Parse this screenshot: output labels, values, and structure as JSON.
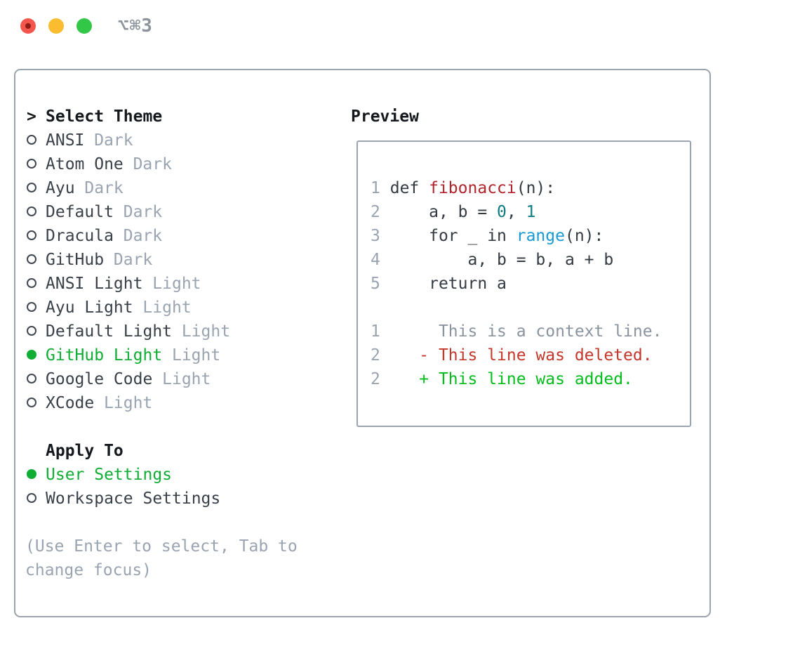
{
  "window": {
    "title": "⌥⌘3"
  },
  "theme_picker": {
    "cursor": ">",
    "header": "Select Theme",
    "items": [
      {
        "name": "ANSI",
        "variant": "Dark",
        "selected": false
      },
      {
        "name": "Atom One",
        "variant": "Dark",
        "selected": false
      },
      {
        "name": "Ayu",
        "variant": "Dark",
        "selected": false
      },
      {
        "name": "Default",
        "variant": "Dark",
        "selected": false
      },
      {
        "name": "Dracula",
        "variant": "Dark",
        "selected": false
      },
      {
        "name": "GitHub",
        "variant": "Dark",
        "selected": false
      },
      {
        "name": "ANSI Light",
        "variant": "Light",
        "selected": false
      },
      {
        "name": "Ayu Light",
        "variant": "Light",
        "selected": false
      },
      {
        "name": "Default Light",
        "variant": "Light",
        "selected": false
      },
      {
        "name": "GitHub Light",
        "variant": "Light",
        "selected": true
      },
      {
        "name": "Google Code",
        "variant": "Light",
        "selected": false
      },
      {
        "name": "XCode",
        "variant": "Light",
        "selected": false
      }
    ]
  },
  "apply_to": {
    "header": "Apply To",
    "options": [
      {
        "name": "User Settings",
        "selected": true
      },
      {
        "name": "Workspace Settings",
        "selected": false
      }
    ]
  },
  "hint": {
    "line1": "(Use Enter to select, Tab to",
    "line2": "change focus)"
  },
  "preview": {
    "header": "Preview",
    "code_lines": [
      {
        "num": "1",
        "segments": [
          {
            "text": "def ",
            "style": "code"
          },
          {
            "text": "fibonacci",
            "style": "function"
          },
          {
            "text": "(n):",
            "style": "code"
          }
        ]
      },
      {
        "num": "2",
        "segments": [
          {
            "text": "    a, b = ",
            "style": "code"
          },
          {
            "text": "0",
            "style": "number"
          },
          {
            "text": ", ",
            "style": "code"
          },
          {
            "text": "1",
            "style": "number"
          }
        ]
      },
      {
        "num": "3",
        "segments": [
          {
            "text": "    for _ in ",
            "style": "code"
          },
          {
            "text": "range",
            "style": "builtin"
          },
          {
            "text": "(n):",
            "style": "code"
          }
        ]
      },
      {
        "num": "4",
        "segments": [
          {
            "text": "        a, b = b, a + b",
            "style": "code"
          }
        ]
      },
      {
        "num": "5",
        "segments": [
          {
            "text": "    return a",
            "style": "code"
          }
        ]
      }
    ],
    "diff_lines": [
      {
        "num": "1",
        "segments": [
          {
            "text": "     This is a context line.",
            "style": "context"
          }
        ]
      },
      {
        "num": "2",
        "segments": [
          {
            "text": "   - This line was deleted.",
            "style": "deleted"
          }
        ]
      },
      {
        "num": "2",
        "segments": [
          {
            "text": "   + This line was added.",
            "style": "added"
          }
        ]
      }
    ]
  },
  "colors": {
    "accent-green": "#0fad33",
    "radio-ring": "#40474f",
    "text-dark": "#3a4048",
    "text-black": "#15181c",
    "text-muted": "#9aa4b1",
    "border": "#9ba3af",
    "code-default": "#343a42",
    "code-function": "#b1242c",
    "code-number": "#0d7d80",
    "code-builtin": "#189ad6",
    "diff-context": "#8a939e",
    "diff-deleted": "#c4372a",
    "diff-added": "#04bd1c",
    "traffic-red": "#f4564e",
    "traffic-red-dot": "#8e1b16",
    "traffic-yellow": "#fbbc30",
    "traffic-green": "#33c748",
    "title-gray": "#8d949c"
  }
}
